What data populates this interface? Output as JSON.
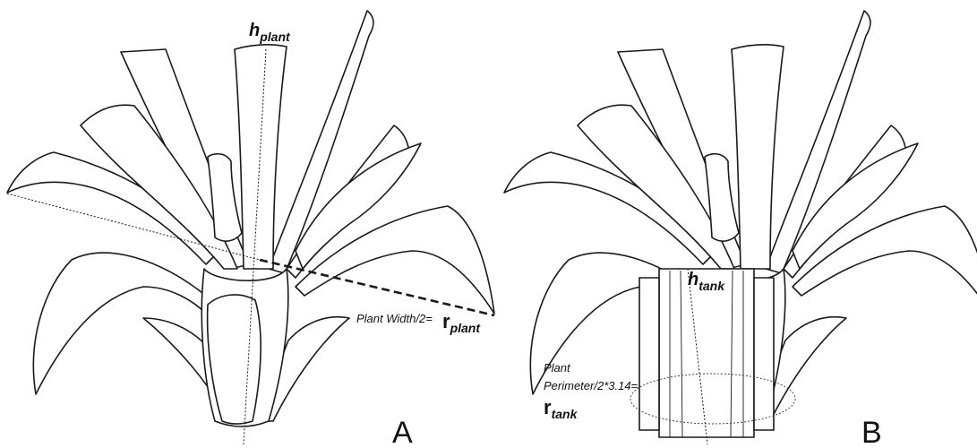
{
  "panel_a": {
    "label": "A",
    "height_symbol": "h",
    "height_subscript": "plant",
    "width_text": "Plant Width/2=",
    "radius_symbol": "r",
    "radius_subscript": "plant"
  },
  "panel_b": {
    "label": "B",
    "height_symbol": "h",
    "height_subscript": "tank",
    "perimeter_line1": "Plant",
    "perimeter_line2": "Perimeter/2*3.14=",
    "radius_symbol": "r",
    "radius_subscript": "tank"
  }
}
